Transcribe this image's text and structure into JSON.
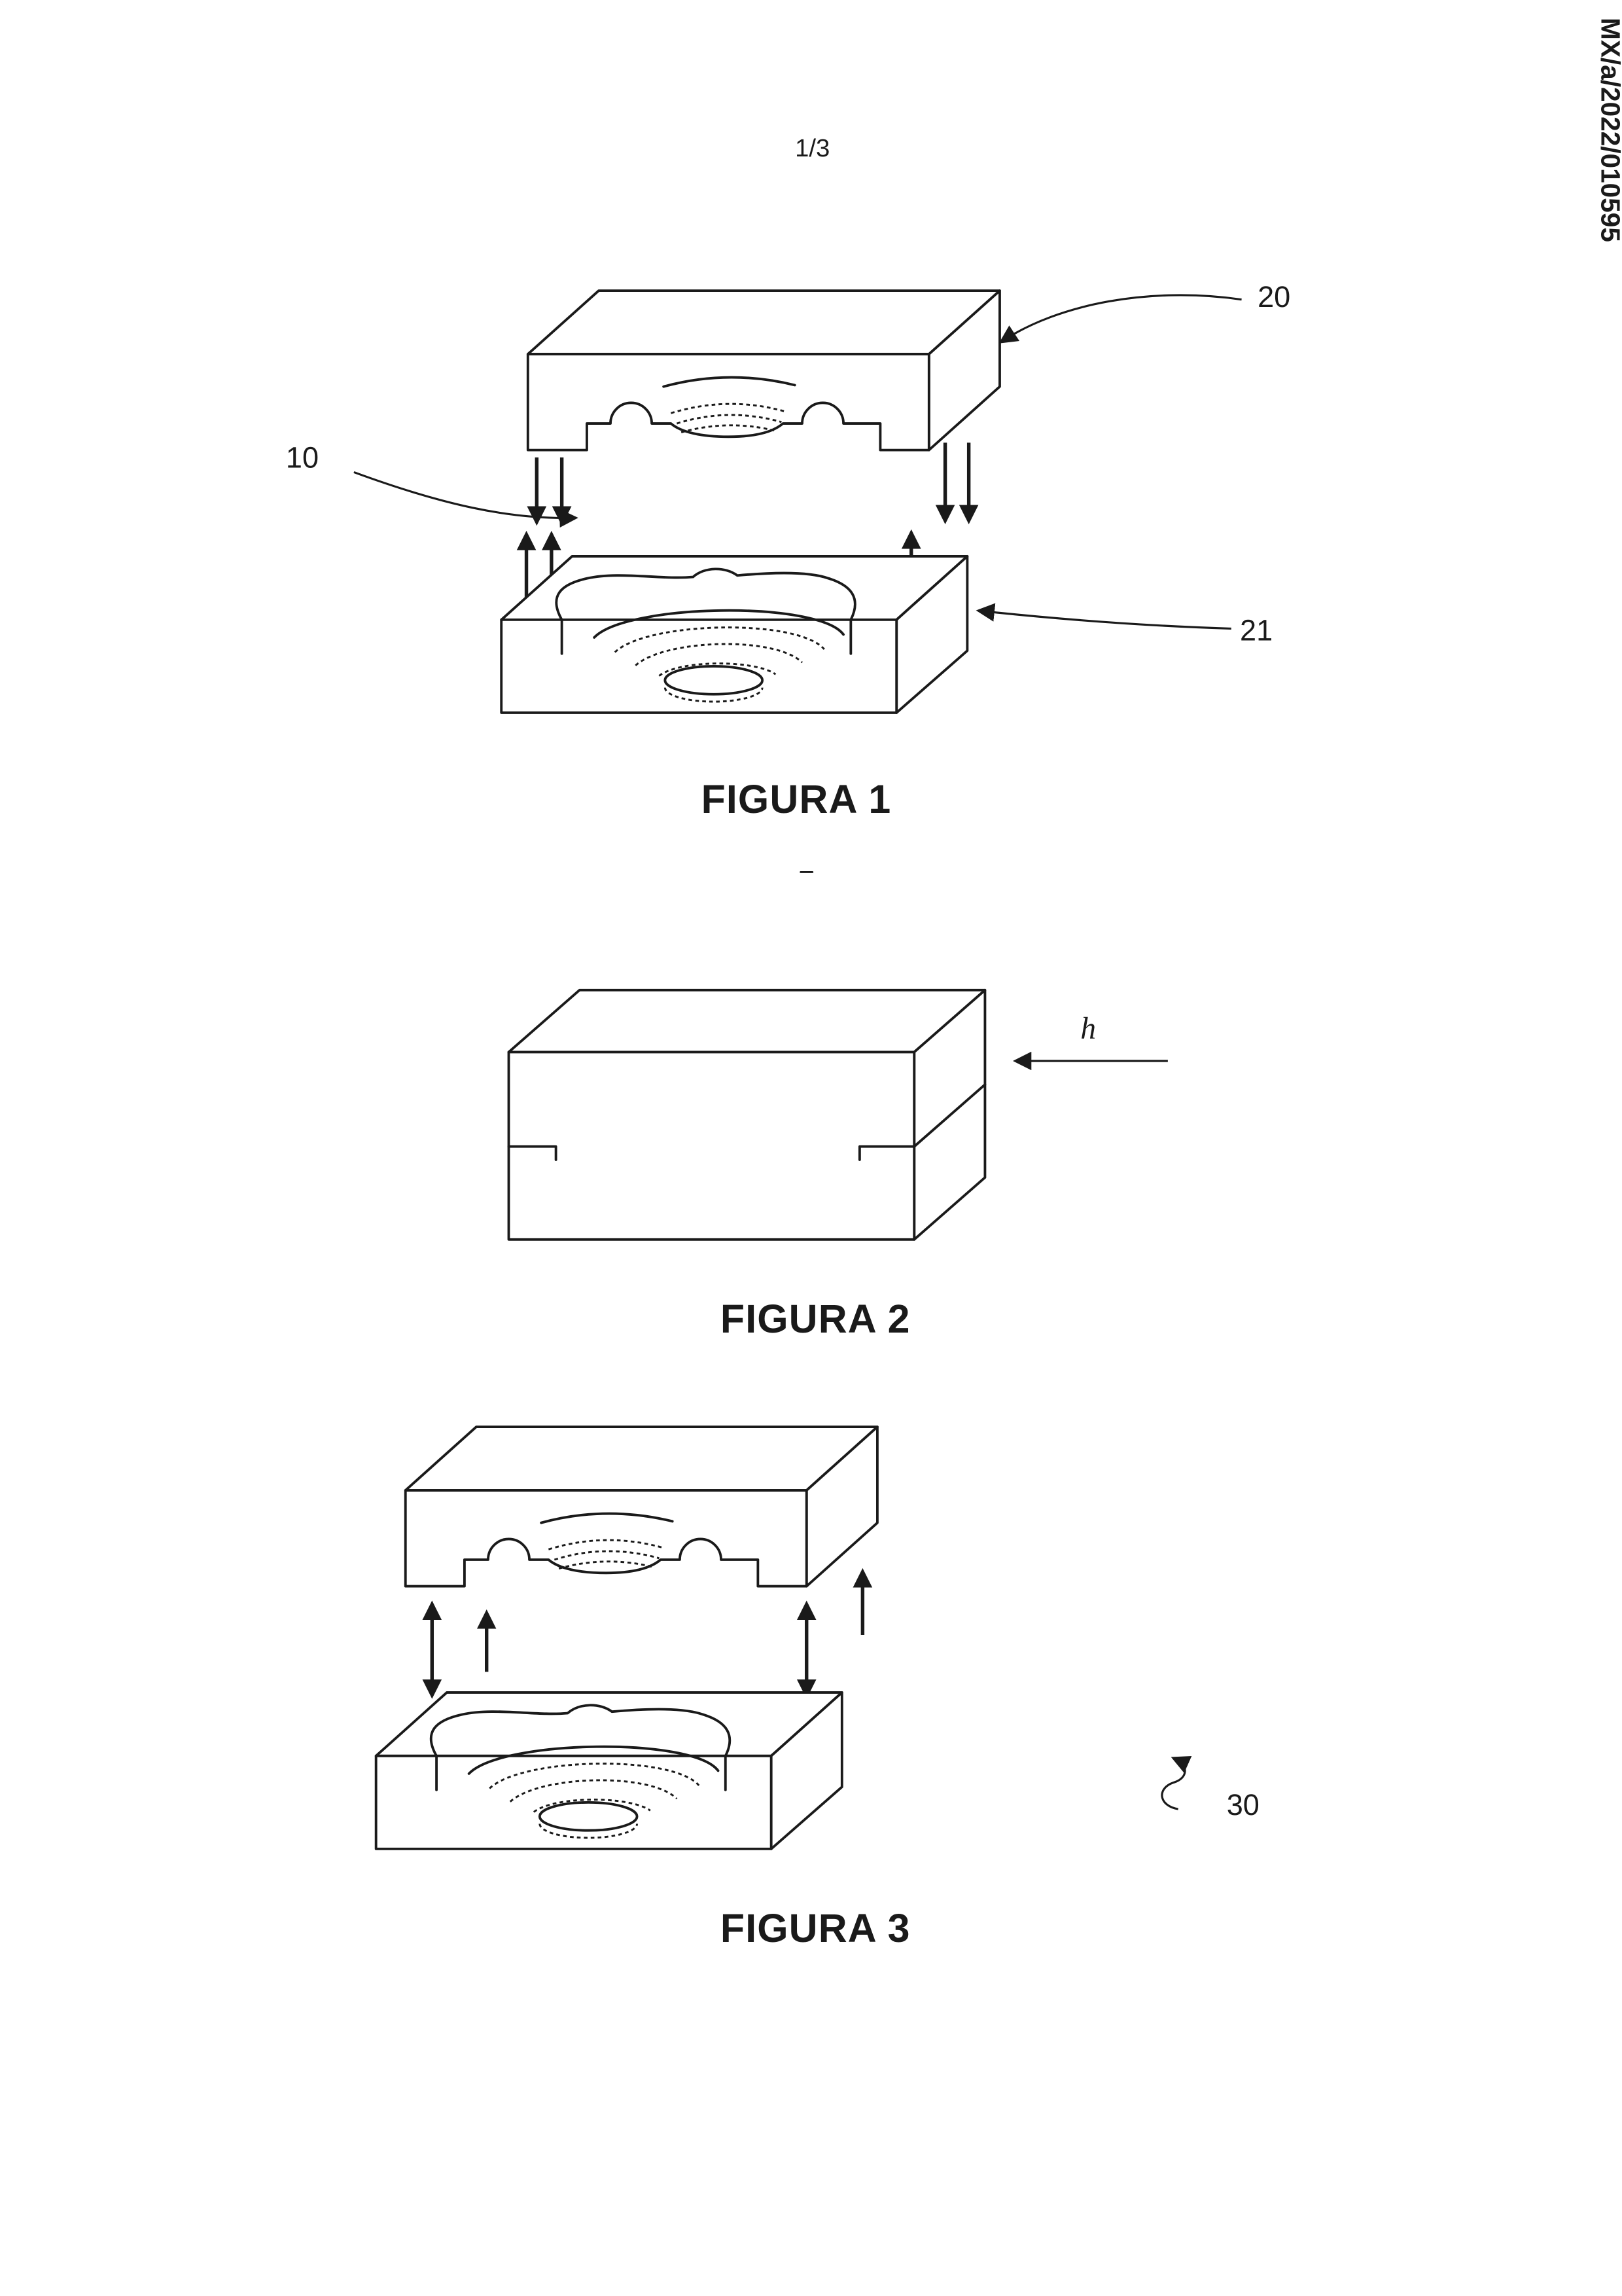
{
  "page": {
    "sheet_number": "1/3",
    "document_number": "MX/a/2022/010595"
  },
  "figures": {
    "fig1": {
      "caption": "FIGURA 1",
      "label_top_block": "20",
      "label_exchange": "10",
      "label_bottom_block": "21"
    },
    "fig2": {
      "caption": "FIGURA 2",
      "label_height": "h"
    },
    "fig3": {
      "caption": "FIGURA 3",
      "label_assembly": "30"
    }
  },
  "colors": {
    "ink": "#1a1a1a",
    "paper": "#ffffff"
  }
}
